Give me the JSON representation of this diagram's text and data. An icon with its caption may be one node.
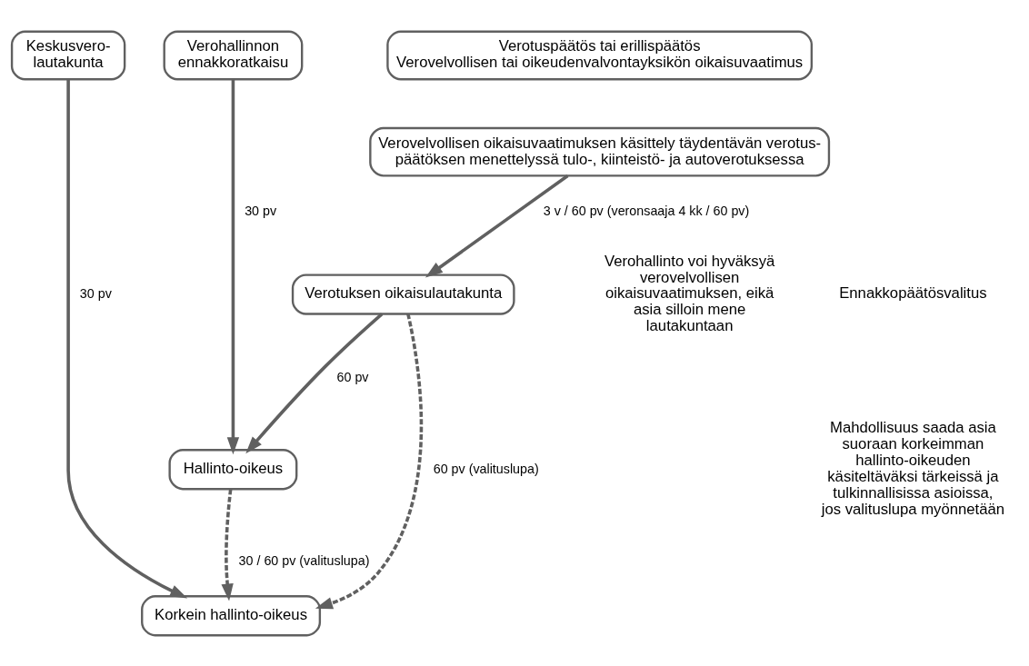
{
  "diagram": {
    "nodes": [
      {
        "text": [
          "Keskusvero- lautakunta"
        ]
      },
      {
        "text": [
          "Verohallinnon ennakkoratkaisu"
        ]
      },
      {
        "text": [
          "Verotuspäätös tai erillispäätös",
          "Verovelvollisen tai oikeudenvalvontayksikön oikaisuvaatimus"
        ]
      },
      {
        "text": [
          "Verovelvollisen oikaisuvaatimuksen käsittely täydentävän verotus- päätöksen menettelyssä tulo-, kiinteistö- ja autoverotuksessa"
        ]
      },
      {
        "text": [
          "Verotuksen oikaisulautakunta"
        ]
      },
      {
        "text": [
          "Hallinto-oikeus"
        ]
      },
      {
        "text": [
          "Korkein hallinto-oikeus"
        ]
      }
    ],
    "edges": [
      {
        "from": 0,
        "to": 6,
        "arrow": "to",
        "label": "30 pv"
      },
      {
        "from": 1,
        "to": 5,
        "arrow": "to",
        "label": "30 pv"
      },
      {
        "from": 3,
        "to": 4,
        "arrow": "to",
        "label": "3 v / 60 pv (veronsaaja 4 kk / 60 pv)"
      },
      {
        "from": 4,
        "to": 5,
        "arrow": "to",
        "label": "60 pv"
      },
      {
        "from": 4,
        "to": 6,
        "arrow": "to",
        "style": "dashed",
        "label": "60 pv (valituslupa)"
      },
      {
        "from": 5,
        "to": 6,
        "arrow": "to",
        "style": "dashed",
        "label": "30 / 60 pv (valituslupa)"
      }
    ],
    "labels": [
      "Verohallinto voi hyväksyä verovelvollisen oikaisuvaatimuksen, eikä asia silloin mene lautakuntaan",
      "Ennakkopäätösvalitus",
      "Mahdollisuus saada asia suoraan korkeimman hallinto-oikeuden käsiteltäväksi tärkeissä ja tulkinnallisissa asioissa, jos valituslupa myönnetään"
    ]
  }
}
